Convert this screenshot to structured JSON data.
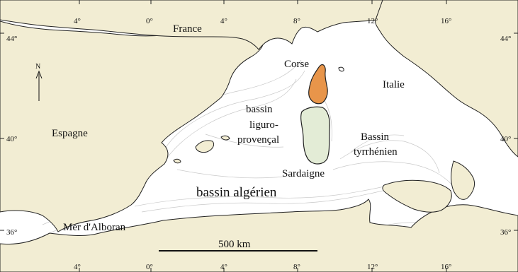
{
  "map": {
    "colors": {
      "land": "#f2edd3",
      "sea": "#ffffff",
      "corsica": "#e8954a",
      "sardinia": "#e3ecd6",
      "coastline": "#222222",
      "bathymetry": "#c9c9c9"
    },
    "longitude_labels": [
      "4°",
      "0°",
      "4°",
      "8°",
      "12°",
      "16°"
    ],
    "latitude_labels": [
      "44°",
      "40°",
      "36°"
    ],
    "north_arrow": "N",
    "places": {
      "france": "France",
      "corse": "Corse",
      "italie": "Italie",
      "espagne": "Espagne",
      "sardaigne": "Sardaigne",
      "mer_alboran": "Mer d'Alboran"
    },
    "basins": {
      "liguro_line1": "bassin",
      "liguro_line2": "liguro-",
      "liguro_line3": "provençal",
      "tyrrhenien_line1": "Bassin",
      "tyrrhenien_line2": "tyrrhénien",
      "algerien": "bassin algérien"
    },
    "scale_bar": "500 km"
  }
}
